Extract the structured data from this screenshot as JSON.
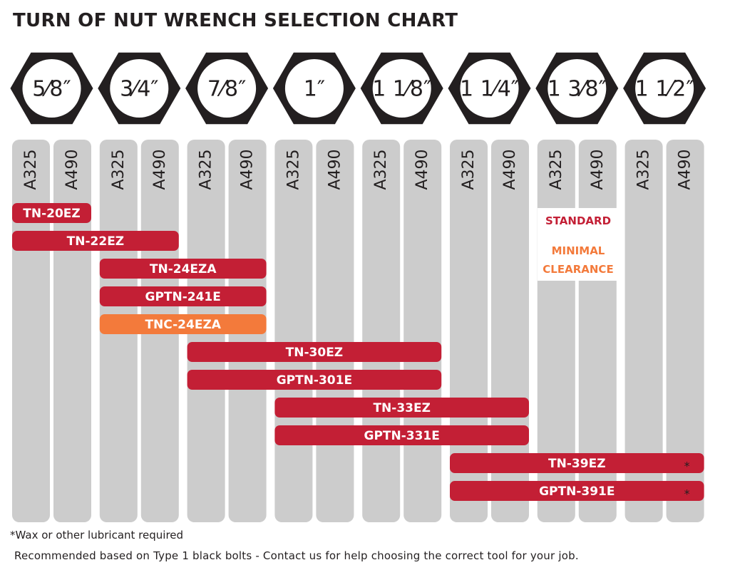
{
  "title": "TURN OF NUT WRENCH SELECTION CHART",
  "colors": {
    "standard": "#c31f35",
    "minimal": "#f37a3b",
    "column": "#cccccc",
    "hex": "#231f20"
  },
  "chart_data": {
    "type": "table",
    "sizes": [
      "5⁄8″",
      "3⁄4″",
      "7⁄8″",
      "1″",
      "1 1⁄8″",
      "1 1⁄4″",
      "1 3⁄8″",
      "1 1⁄2″"
    ],
    "grades": [
      "A325",
      "A490"
    ],
    "legend": {
      "standard": "STANDARD",
      "minimal_line1": "MINIMAL",
      "minimal_line2": "CLEARANCE"
    },
    "tools": [
      {
        "name": "TN-20EZ",
        "from": "5⁄8″ A325",
        "to": "5⁄8″ A490",
        "kind": "standard",
        "lubricant": false
      },
      {
        "name": "TN-22EZ",
        "from": "5⁄8″ A325",
        "to": "3⁄4″ A490",
        "kind": "standard",
        "lubricant": false
      },
      {
        "name": "TN-24EZA",
        "from": "3⁄4″ A325",
        "to": "7⁄8″ A490",
        "kind": "standard",
        "lubricant": false
      },
      {
        "name": "GPTN-241E",
        "from": "3⁄4″ A325",
        "to": "7⁄8″ A490",
        "kind": "standard",
        "lubricant": false
      },
      {
        "name": "TNC-24EZA",
        "from": "3⁄4″ A325",
        "to": "7⁄8″ A490",
        "kind": "minimal",
        "lubricant": false
      },
      {
        "name": "TN-30EZ",
        "from": "7⁄8″ A325",
        "to": "1 1⁄8″ A490",
        "kind": "standard",
        "lubricant": false
      },
      {
        "name": "GPTN-301E",
        "from": "7⁄8″ A325",
        "to": "1 1⁄8″ A490",
        "kind": "standard",
        "lubricant": false
      },
      {
        "name": "TN-33EZ",
        "from": "1″ A325",
        "to": "1 1⁄4″ A490",
        "kind": "standard",
        "lubricant": false
      },
      {
        "name": "GPTN-331E",
        "from": "1″ A325",
        "to": "1 1⁄4″ A490",
        "kind": "standard",
        "lubricant": false
      },
      {
        "name": "TN-39EZ",
        "from": "1 1⁄4″ A325",
        "to": "1 1⁄2″ A490",
        "kind": "standard",
        "lubricant": true
      },
      {
        "name": "GPTN-391E",
        "from": "1 1⁄4″ A325",
        "to": "1 1⁄2″ A490",
        "kind": "standard",
        "lubricant": true
      }
    ],
    "lubricant_mark": "*"
  },
  "footnote": "*Wax or other lubricant required",
  "note": "Recommended based on Type 1 black bolts - Contact us for help choosing the correct tool for your job."
}
